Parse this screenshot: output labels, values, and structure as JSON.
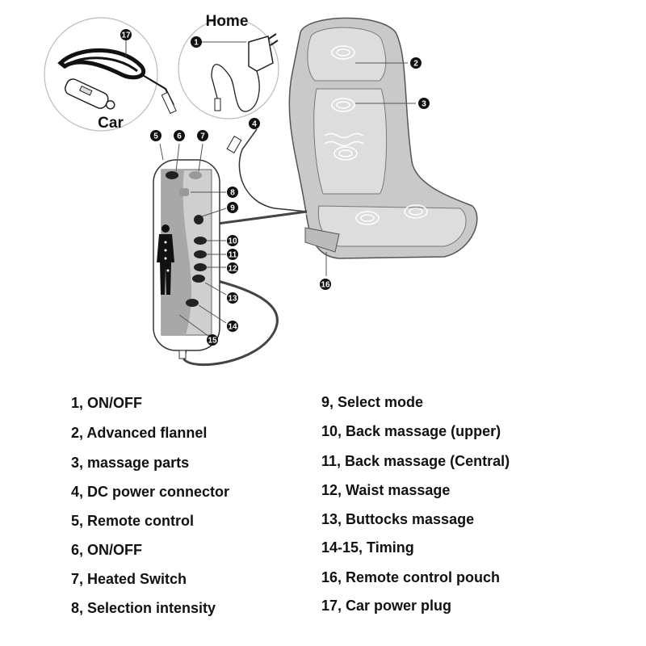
{
  "diagram": {
    "home_label": "Home",
    "car_label": "Car",
    "callouts": [
      "1",
      "2",
      "3",
      "4",
      "5",
      "6",
      "7",
      "8",
      "9",
      "10",
      "11",
      "12",
      "13",
      "14",
      "15",
      "16",
      "17"
    ]
  },
  "legend": {
    "left": [
      "1, ON/OFF",
      "2, Advanced flannel",
      "3, massage parts",
      "4, DC power connector",
      "5, Remote control",
      "6, ON/OFF",
      "7, Heated Switch",
      "8, Selection intensity"
    ],
    "right": [
      "9, Select mode",
      "10, Back massage (upper)",
      "11, Back massage (Central)",
      "12, Waist massage",
      "13, Buttocks massage",
      "14-15, Timing",
      "16, Remote control pouch",
      "17, Car power plug"
    ]
  }
}
